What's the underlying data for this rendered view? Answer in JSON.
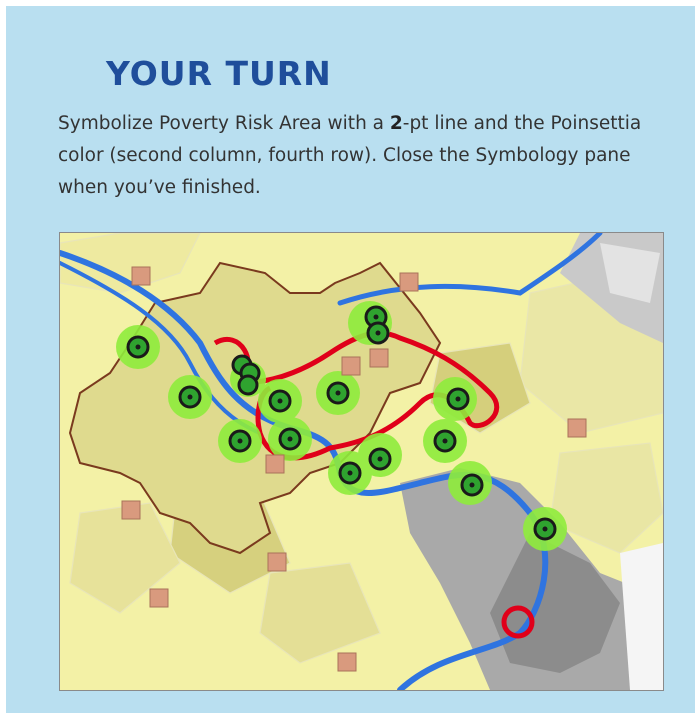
{
  "header": {
    "title": "YOUR TURN"
  },
  "instructions": {
    "part1": "Symbolize Poverty Risk Area with a ",
    "emphasis": "2",
    "part2": "-pt line and the Poinsettia color (second column, fourth row). Close the Symbology pane when you’ve finished."
  },
  "map": {
    "colors": {
      "background": "#f3f1a6",
      "city_fill": "#dfda8e",
      "gray_region": "#a9a9a9",
      "river": "#2f74e0",
      "city_boundary": "#7a3a1e",
      "risk_line": "#e0001a",
      "buffer": "#8fec3c",
      "point_ring": "#1a1a1a",
      "point_fill": "#2fa32f",
      "square": "#d99a7e"
    }
  }
}
